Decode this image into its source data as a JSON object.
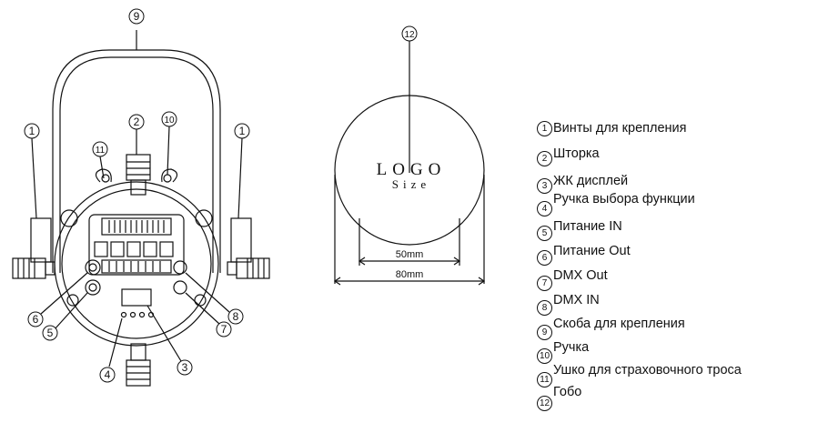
{
  "callouts": {
    "n1": "1",
    "n2": "2",
    "n3": "3",
    "n4": "4",
    "n5": "5",
    "n6": "6",
    "n7": "7",
    "n8": "8",
    "n9": "9",
    "n10": "10",
    "n11": "11",
    "n12": "12"
  },
  "gobo": {
    "logo_text": "LOGO",
    "size_text": "Size",
    "inner_dimension": "50mm",
    "outer_dimension": "80mm"
  },
  "legend": [
    {
      "num": "1",
      "text": "Винты для крепления"
    },
    {
      "num": "2",
      "text": "Шторка"
    },
    {
      "num": "3",
      "text": "ЖК дисплей"
    },
    {
      "num": "4",
      "text": "Ручка выбора функции"
    },
    {
      "num": "5",
      "text": "Питание IN"
    },
    {
      "num": "6",
      "text": "Питание Out"
    },
    {
      "num": "7",
      "text": "DMX  Out"
    },
    {
      "num": "8",
      "text": "DMX  IN"
    },
    {
      "num": "9",
      "text": "Скоба для крепления"
    },
    {
      "num": "10",
      "text": "Ручка"
    },
    {
      "num": "11",
      "text": "Ушко для страховочного троса"
    },
    {
      "num": "12",
      "text": "Гобо"
    }
  ]
}
